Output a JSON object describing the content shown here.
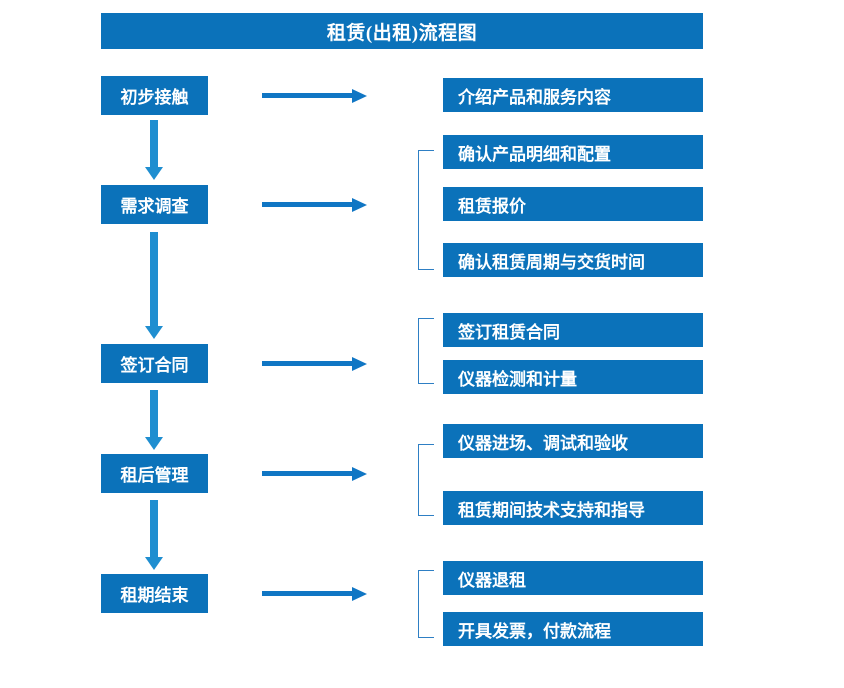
{
  "diagram": {
    "title": "租赁(出租)流程图",
    "colors": {
      "box_blue": "#0b72ba",
      "h_arrow_blue": "#1076c4",
      "v_arrow_blue": "#1f8ed0",
      "bracket_blue": "#2e7fc4",
      "text_white": "#ffffff",
      "background": "#ffffff"
    },
    "stages": [
      {
        "label": "初步接触"
      },
      {
        "label": "需求调查"
      },
      {
        "label": "签订合同"
      },
      {
        "label": "租后管理"
      },
      {
        "label": "租期结束"
      }
    ],
    "details": [
      {
        "label": "介绍产品和服务内容"
      },
      {
        "label": "确认产品明细和配置"
      },
      {
        "label": "租赁报价"
      },
      {
        "label": "确认租赁周期与交货时间"
      },
      {
        "label": "签订租赁合同"
      },
      {
        "label": "仪器检测和计量"
      },
      {
        "label": "仪器进场、调试和验收"
      },
      {
        "label": "租赁期间技术支持和指导"
      },
      {
        "label": "仪器退租"
      },
      {
        "label": "开具发票，付款流程"
      }
    ]
  }
}
